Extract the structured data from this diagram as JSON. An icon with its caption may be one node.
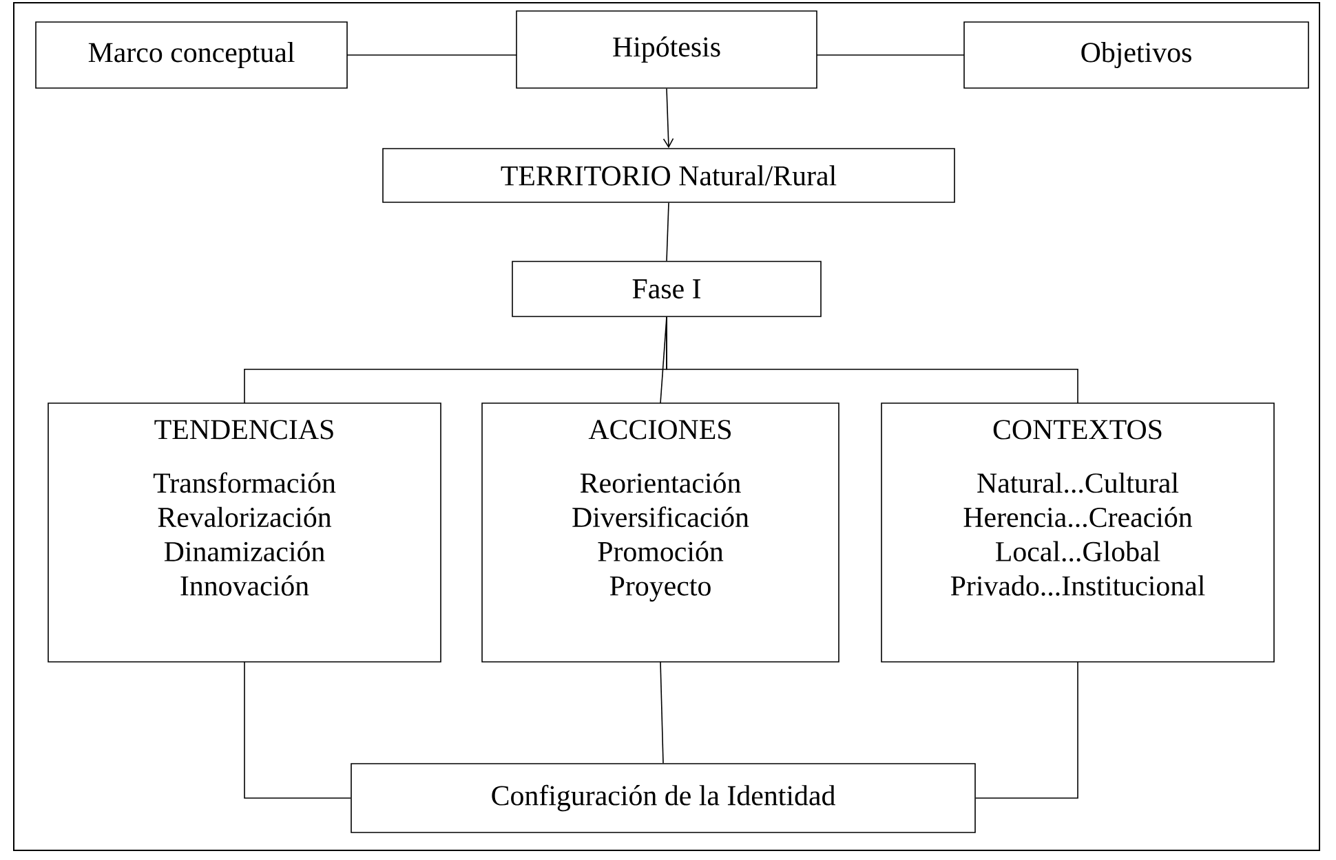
{
  "diagram": {
    "nodes": [
      {
        "text": [
          "Marco conceptual"
        ]
      },
      {
        "text": [
          "Hipótesis"
        ]
      },
      {
        "text": [
          "Objetivos"
        ]
      },
      {
        "text": [
          "TERRITORIO Natural/Rural"
        ]
      },
      {
        "text": [
          "Fase I"
        ]
      },
      {
        "text": [
          "TENDENCIAS",
          "Transformación Revalorización Dinamización Innovación"
        ]
      },
      {
        "text": [
          "ACCIONES",
          "Reorientación Diversificación Promoción Proyecto"
        ]
      },
      {
        "text": [
          "CONTEXTOS",
          "Natural...Cultural Herencia...Creación Local...Global Privado...Institucional"
        ]
      },
      {
        "text": [
          "Configuración de la Identidad"
        ]
      }
    ],
    "edges": [
      {
        "from": 0,
        "to": 1,
        "arrow": "none"
      },
      {
        "from": 1,
        "to": 2,
        "arrow": "none"
      },
      {
        "from": 1,
        "to": 3,
        "arrow": "to"
      },
      {
        "from": 3,
        "to": 4,
        "arrow": "none"
      },
      {
        "from": 4,
        "to": 5,
        "arrow": "none"
      },
      {
        "from": 4,
        "to": 6,
        "arrow": "none"
      },
      {
        "from": 4,
        "to": 7,
        "arrow": "none"
      },
      {
        "from": 5,
        "to": 8,
        "arrow": "none"
      },
      {
        "from": 6,
        "to": 8,
        "arrow": "none"
      },
      {
        "from": 7,
        "to": 8,
        "arrow": "none"
      }
    ]
  }
}
